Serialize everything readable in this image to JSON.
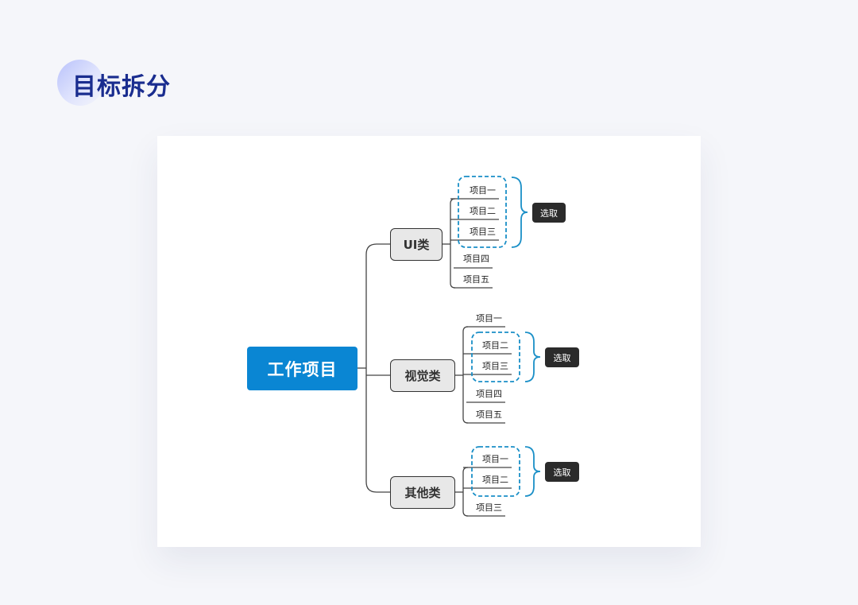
{
  "page": {
    "title": "目标拆分"
  },
  "mindmap": {
    "root": "工作项目",
    "branches": [
      {
        "label": "UI类",
        "items": [
          "项目一",
          "项目二",
          "项目三",
          "项目四",
          "项目五"
        ],
        "selected": [
          0,
          1,
          2
        ],
        "pick_label": "选取"
      },
      {
        "label": "视觉类",
        "items": [
          "项目一",
          "项目二",
          "项目三",
          "项目四",
          "项目五"
        ],
        "selected": [
          1,
          2
        ],
        "pick_label": "选取"
      },
      {
        "label": "其他类",
        "items": [
          "项目一",
          "项目二",
          "项目三"
        ],
        "selected": [
          0,
          1
        ],
        "pick_label": "选取"
      }
    ],
    "colors": {
      "root": "#0a86d3",
      "highlight": "#1a8fc7",
      "line": "#444444",
      "title": "#1a2d8f"
    }
  }
}
